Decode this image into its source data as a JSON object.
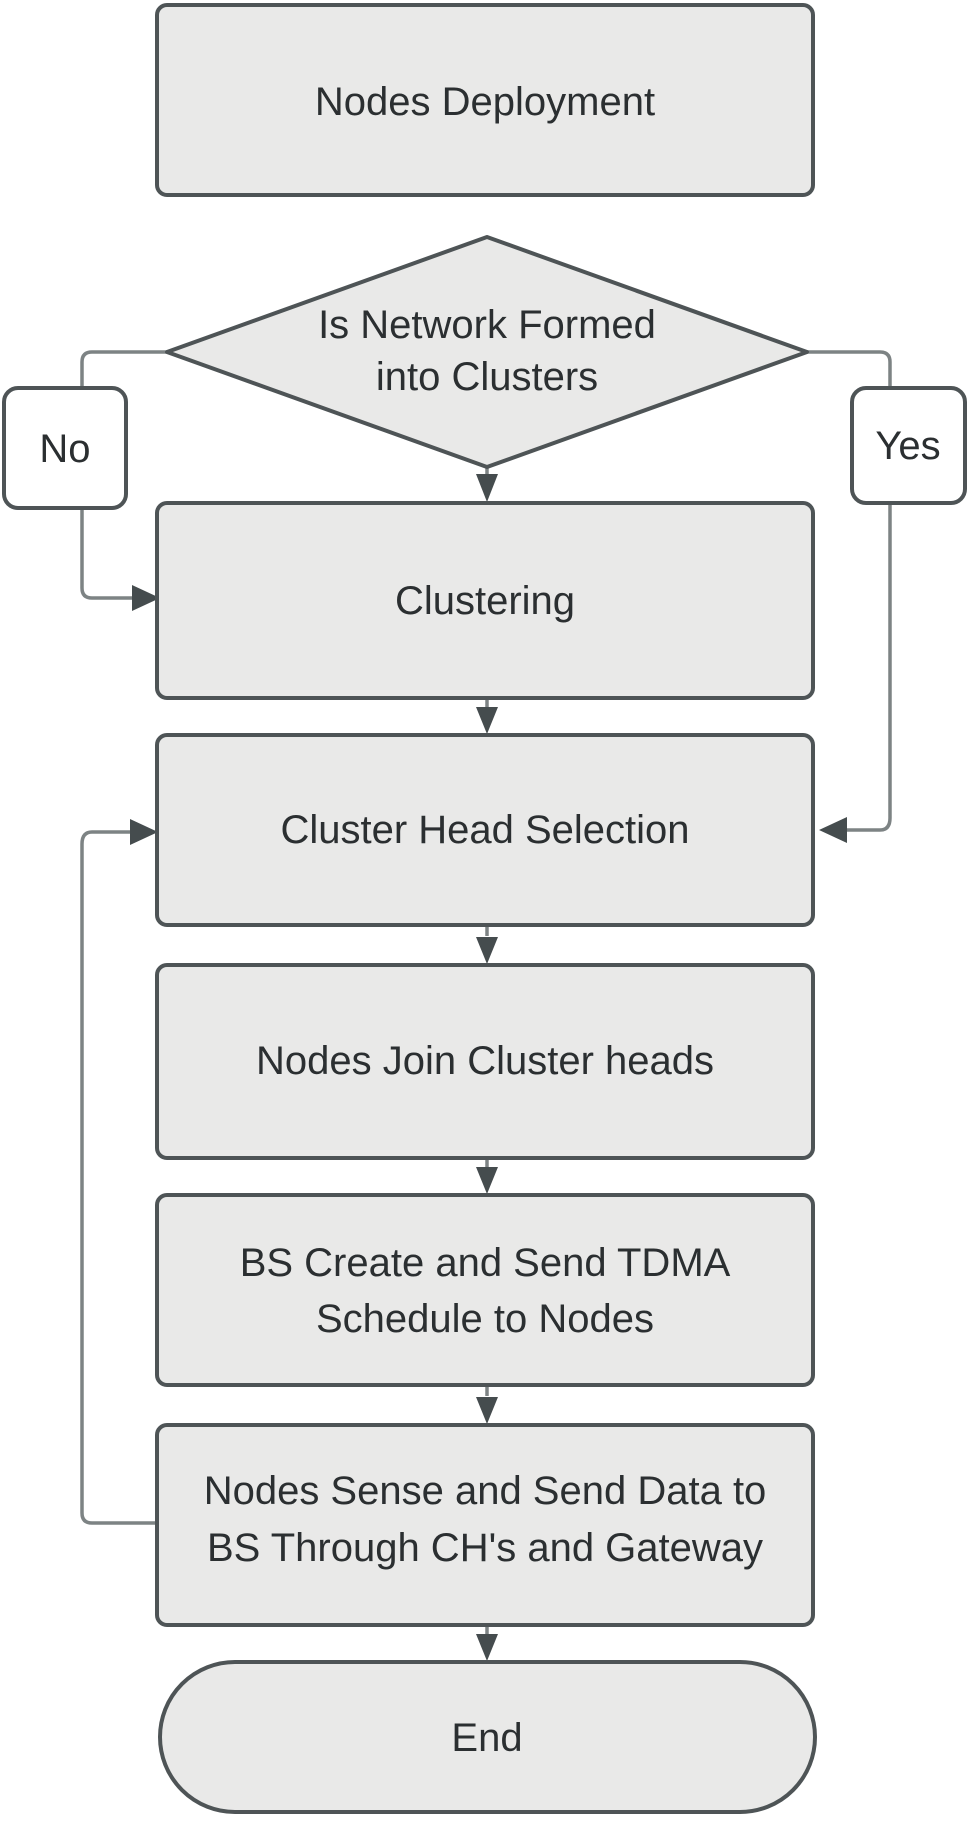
{
  "diagram": {
    "type": "flowchart",
    "background": "#ffffff",
    "colors": {
      "node_fill": "#e9e9e8",
      "node_border": "#4e5456",
      "connector": "#7d8384",
      "arrowhead": "#454c4e",
      "text": "#2b2f31",
      "branch_label_fill": "#ffffff"
    },
    "nodes": {
      "deployment": {
        "shape": "process",
        "label": "Nodes Deployment"
      },
      "decision": {
        "shape": "decision",
        "label": "Is Network Formed into Clusters",
        "line1": "Is Network Formed",
        "line2": "into Clusters"
      },
      "clustering": {
        "shape": "process",
        "label": "Clustering"
      },
      "cluster_head_selection": {
        "shape": "process",
        "label": "Cluster Head Selection"
      },
      "nodes_join": {
        "shape": "process",
        "label": "Nodes Join Cluster heads"
      },
      "bs_tdma": {
        "shape": "process",
        "label": "BS Create and Send TDMA Schedule to Nodes",
        "line1": "BS Create and Send TDMA",
        "line2": "Schedule to Nodes"
      },
      "nodes_sense": {
        "shape": "process",
        "label": "Nodes Sense and Send Data to BS Through CH's and Gateway",
        "line1": "Nodes Sense and Send Data to",
        "line2": "BS Through CH's and Gateway"
      },
      "end": {
        "shape": "terminator",
        "label": "End"
      }
    },
    "branch_labels": {
      "no": "No",
      "yes": "Yes"
    }
  }
}
